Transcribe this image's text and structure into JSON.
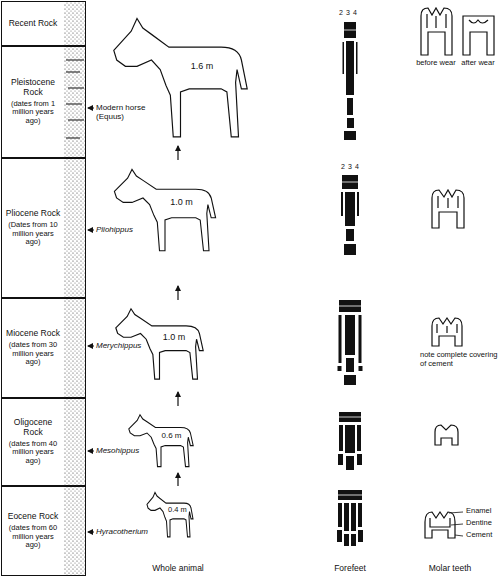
{
  "diagram": {
    "nodes": [
      {
        "text": [
          "Recent Rock"
        ]
      },
      {
        "text": [
          "Pleistocene Rock",
          "(dates from 1 million years ago)"
        ]
      },
      {
        "text": [
          "Pliocene Rock",
          "(Dates from 10 million years ago)"
        ]
      },
      {
        "text": [
          "Miocene Rock",
          "(dates from 30 million years ago)"
        ]
      },
      {
        "text": [
          "Oligocene Rock",
          "(dates from 40 million years ago)"
        ]
      },
      {
        "text": [
          "Eocene Rock",
          "(dates from 60 million years ago)"
        ]
      }
    ],
    "labels": [
      "1.6 m",
      "Modern horse (Equus)",
      "2",
      "3",
      "4",
      "before wear",
      "after wear",
      "1.0 m",
      "Pliohippus",
      "2",
      "3",
      "4",
      "1.0 m",
      "Merychippus",
      "note complete covering of cement",
      "0.6 m",
      "Mesohippus",
      "0.4 m",
      "Hyracotherium",
      "Enamel",
      "Dentine",
      "Cement",
      "Whole animal",
      "Forefeet",
      "Molar teeth"
    ]
  }
}
